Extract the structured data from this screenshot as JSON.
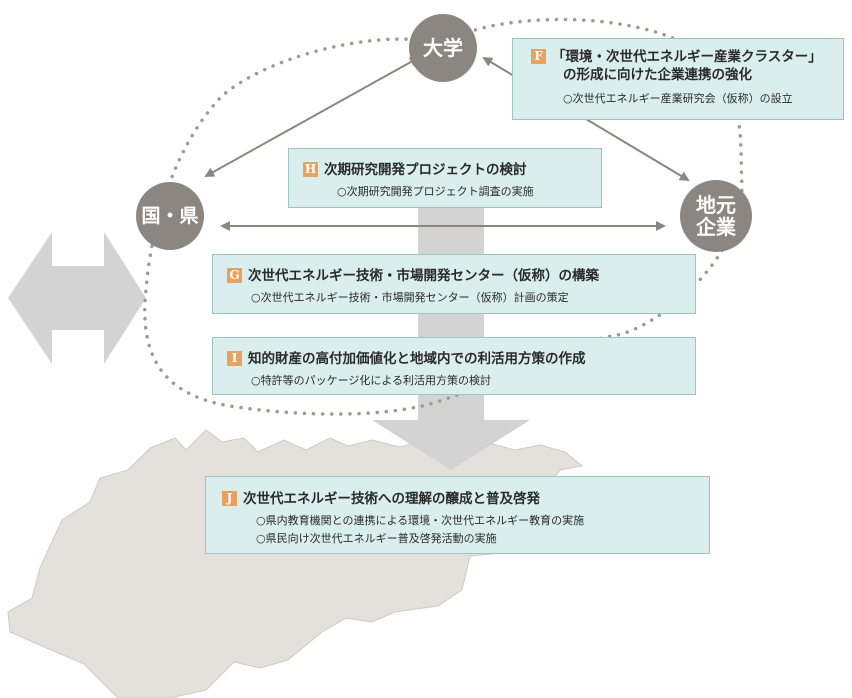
{
  "nodes": {
    "university": "大学",
    "government": "国・県",
    "local_companies": "地元企業"
  },
  "boxes": {
    "F": {
      "badge": "F",
      "title_line1": "「環境・次世代エネルギー産業クラスター」",
      "title_line2": "の形成に向けた企業連携の強化",
      "items": [
        "○次世代エネルギー産業研究会（仮称）の設立"
      ]
    },
    "H": {
      "badge": "H",
      "title": "次期研究開発プロジェクトの検討",
      "items": [
        "○次期研究開発プロジェクト調査の実施"
      ]
    },
    "G": {
      "badge": "G",
      "title": "次世代エネルギー技術・市場開発センター（仮称）の構築",
      "items": [
        "○次世代エネルギー技術・市場開発センター（仮称）計画の策定"
      ]
    },
    "I": {
      "badge": "I",
      "title": "知的財産の高付加価値化と地域内での利活用方策の作成",
      "items": [
        "○特許等のパッケージ化による利活用方策の検討"
      ]
    },
    "J": {
      "badge": "J",
      "title": "次世代エネルギー技術への理解の醸成と普及啓発",
      "items": [
        "○県内教育機関との連携による環境・次世代エネルギー教育の実施",
        "○県民向け次世代エネルギー普及啓発活動の実施"
      ]
    }
  },
  "colors": {
    "node": "#8c8681",
    "box_fill": "#dbeeee",
    "box_border": "#9cc4c6",
    "badge": "#e8a15f",
    "arrow": "#8c8681",
    "big_arrow": "#d3d3d3",
    "map": "#e4e1dc"
  }
}
